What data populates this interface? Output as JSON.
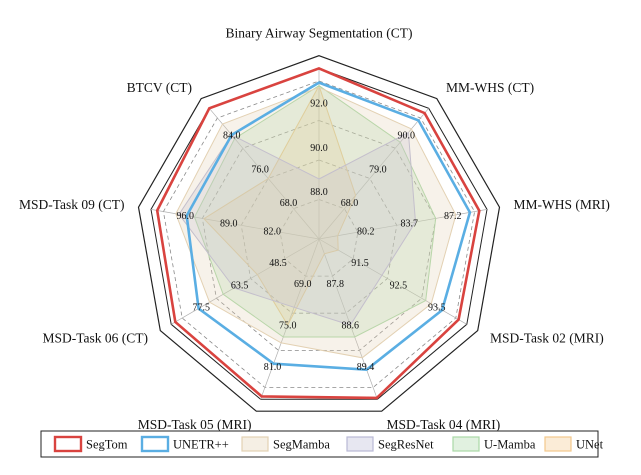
{
  "chart_data": {
    "type": "radar",
    "axes": [
      {
        "label": "Binary Airway Segmentation (CT)",
        "ticks": [
          "92.0",
          "90.0",
          "88.0"
        ]
      },
      {
        "label": "MM-WHS (CT)",
        "ticks": [
          "90.0",
          "79.0",
          "68.0"
        ]
      },
      {
        "label": "MM-WHS (MRI)",
        "ticks": [
          "87.2",
          "83.7",
          "80.2"
        ]
      },
      {
        "label": "MSD-Task 02 (MRI)",
        "ticks": [
          "93.5",
          "92.5",
          "91.5"
        ]
      },
      {
        "label": "MSD-Task 04 (MRI)",
        "ticks": [
          "89.4",
          "88.6",
          "87.8"
        ]
      },
      {
        "label": "MSD-Task 05 (MRI)",
        "ticks": [
          "81.0",
          "75.0",
          "69.0"
        ]
      },
      {
        "label": "MSD-Task 06 (CT)",
        "ticks": [
          "77.5",
          "63.5",
          "48.5"
        ]
      },
      {
        "label": "MSD-Task 09 (CT)",
        "ticks": [
          "96.0",
          "89.0",
          "82.0"
        ]
      },
      {
        "label": "BTCV (CT)",
        "ticks": [
          "84.0",
          "76.0",
          "68.0"
        ]
      }
    ],
    "series": [
      {
        "name": "UNet",
        "color": "#F3C98B",
        "values": [
          0.97,
          0.36,
          0.12,
          0.14,
          0.1,
          0.58,
          0.45,
          0.74,
          0.5
        ]
      },
      {
        "name": "U-Mamba",
        "color": "#A9D8A6",
        "values": [
          0.97,
          0.8,
          0.75,
          0.78,
          0.66,
          0.66,
          0.7,
          0.8,
          0.83
        ]
      },
      {
        "name": "SegResNet",
        "color": "#B9B9D6",
        "values": [
          0.38,
          0.88,
          0.62,
          0.46,
          0.58,
          0.46,
          0.62,
          0.9,
          0.86
        ]
      },
      {
        "name": "SegMamba",
        "color": "#E3D1B3",
        "values": [
          0.96,
          0.91,
          0.88,
          0.82,
          0.8,
          0.7,
          0.8,
          0.92,
          0.95
        ]
      },
      {
        "name": "UNETR++",
        "color": "#5AAEE3",
        "values": [
          0.99,
          0.98,
          0.97,
          0.9,
          0.88,
          0.84,
          0.88,
          0.85,
          0.86
        ]
      },
      {
        "name": "SegTom",
        "color": "#D9433F",
        "values": [
          1.08,
          1.04,
          1.03,
          1.02,
          1.07,
          1.06,
          1.05,
          1.04,
          1.08
        ]
      }
    ],
    "legend": {
      "position": "bottom",
      "order": [
        "SegTom",
        "UNETR++",
        "SegMamba",
        "SegResNet",
        "U-Mamba",
        "UNet"
      ]
    },
    "grid": true
  }
}
